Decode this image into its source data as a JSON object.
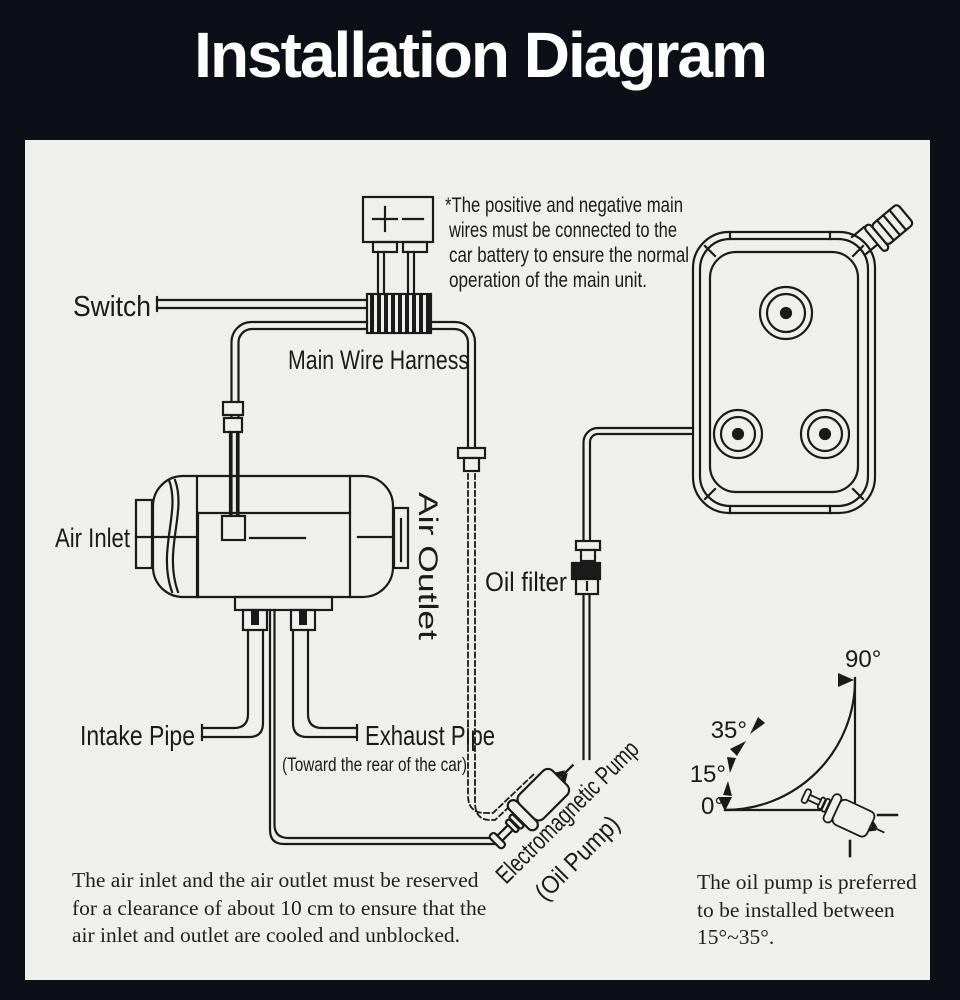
{
  "title": "Installation Diagram",
  "colors": {
    "background": "#0c0f15",
    "panel": "#efefee",
    "line": "#1a1a1a",
    "title_text": "#ffffff"
  },
  "battery": {
    "plus": "+",
    "minus": "−"
  },
  "battery_note": {
    "line1": "*The positive and negative main",
    "line2": "wires must be connected to the",
    "line3": "car battery to ensure the normal",
    "line4": "operation of the main unit."
  },
  "labels": {
    "switch": "Switch",
    "main_wire_harness": "Main Wire Harness",
    "air_inlet": "Air Inlet",
    "air_outlet": "Air Outlet",
    "oil_filter": "Oil filter",
    "intake_pipe": "Intake Pipe",
    "exhaust_pipe": "Exhaust Pipe",
    "exhaust_pipe_note": "(Toward the rear of the car)",
    "pump_line1": "Electromagnetic Pump",
    "pump_line2": "(Oil Pump)"
  },
  "angle_gauge": {
    "deg90": "90°",
    "deg35": "35°",
    "deg15": "15°",
    "deg0": "0°"
  },
  "notes": {
    "clearance_line1": "The air inlet and the air outlet must be reserved",
    "clearance_line2": "for a clearance of about 10 cm to ensure that the",
    "clearance_line3": "air inlet and outlet are cooled and unblocked.",
    "oil_pump_line1": "The oil pump is preferred",
    "oil_pump_line2": "to be installed between",
    "oil_pump_line3": "15°~35°."
  }
}
